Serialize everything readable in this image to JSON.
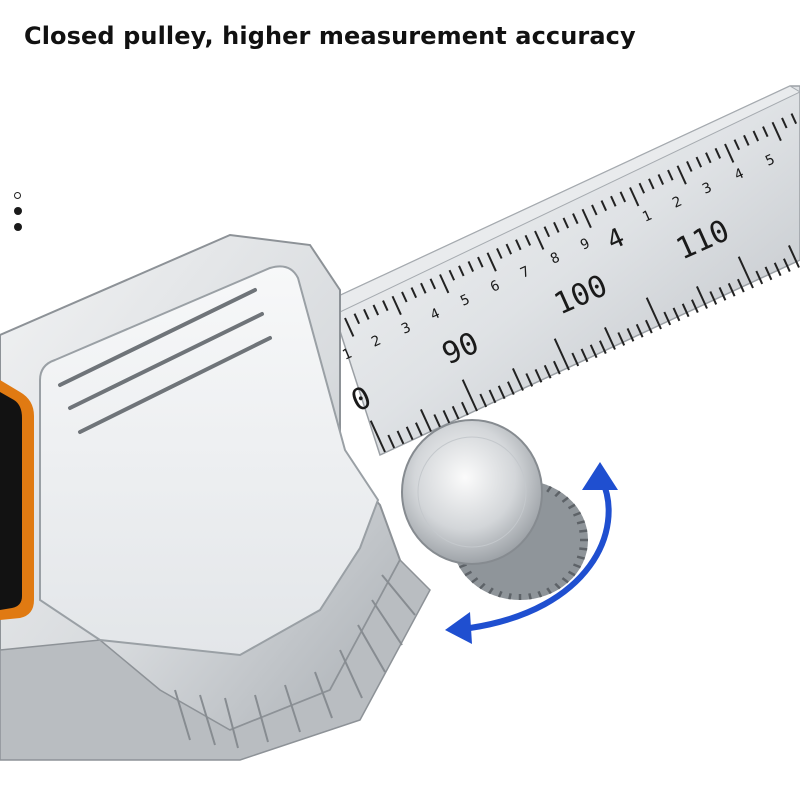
{
  "headline": "Closed pulley, higher measurement accuracy",
  "scale": {
    "main_numbers": [
      "0",
      "90",
      "100",
      "110"
    ],
    "vernier_numbers": [
      "1",
      "2",
      "3",
      "4",
      "5",
      "6",
      "7",
      "8",
      "9",
      "4",
      "1",
      "2",
      "3",
      "4",
      "5"
    ]
  },
  "rotation_arrow": {
    "color": "#1f4fd0",
    "meaning": "bidirectional-rotation"
  },
  "colors": {
    "steel": "#c9cdd1",
    "accent_orange": "#e07a12",
    "arrow_blue": "#1f4fd0"
  }
}
